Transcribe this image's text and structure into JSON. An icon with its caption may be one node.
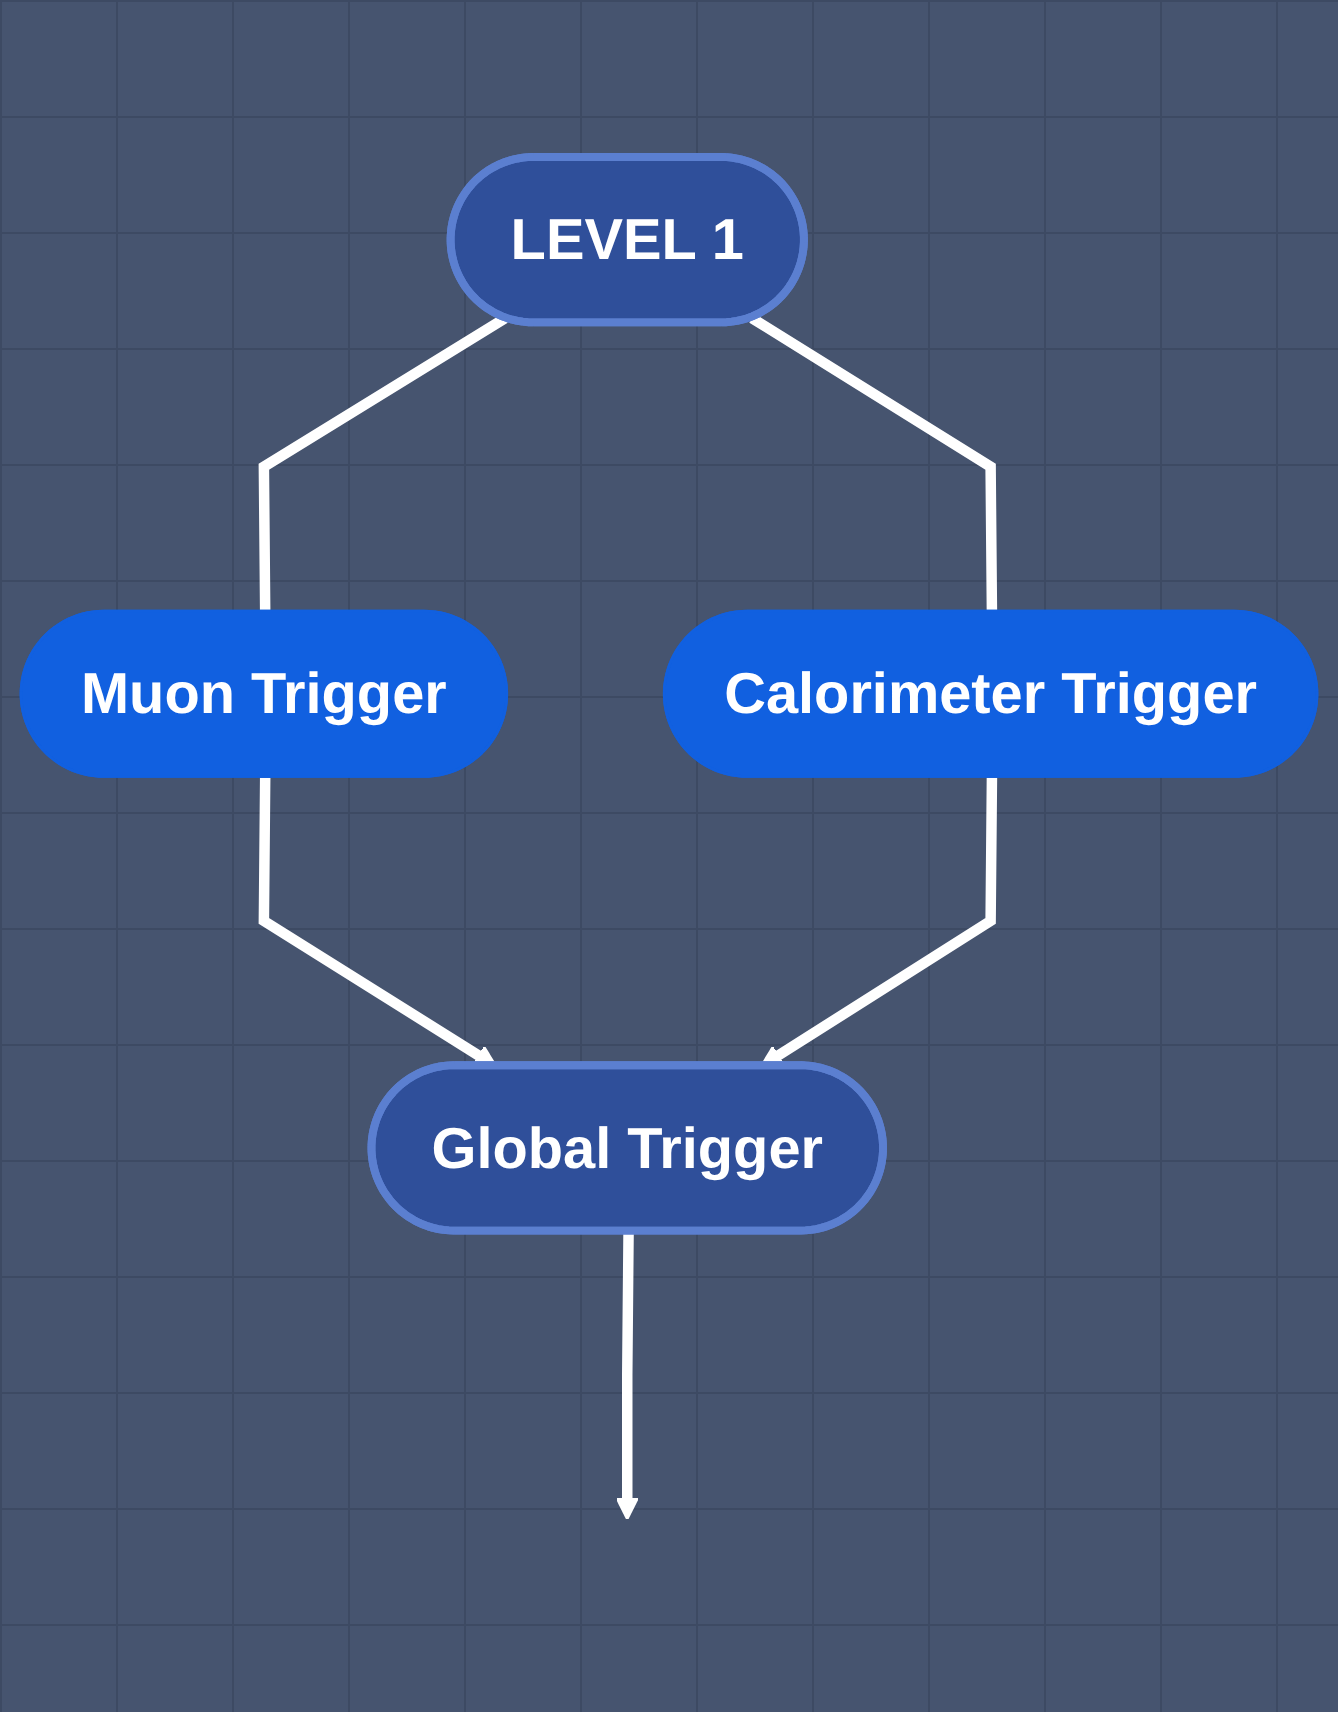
{
  "diagram": {
    "nodes": [
      {
        "text": [
          "LEVEL 1"
        ]
      },
      {
        "text": [
          "Muon Trigger"
        ]
      },
      {
        "text": [
          "Calorimeter Trigger"
        ]
      },
      {
        "text": [
          "Global Trigger"
        ]
      }
    ],
    "edges": [
      {
        "from": 0,
        "to": 1,
        "arrow": "none"
      },
      {
        "from": 0,
        "to": 2,
        "arrow": "none"
      },
      {
        "from": 1,
        "to": 3,
        "arrow": "to"
      },
      {
        "from": 2,
        "to": 3,
        "arrow": "to"
      },
      {
        "from": 3,
        "to": null,
        "arrow": "to"
      }
    ]
  }
}
